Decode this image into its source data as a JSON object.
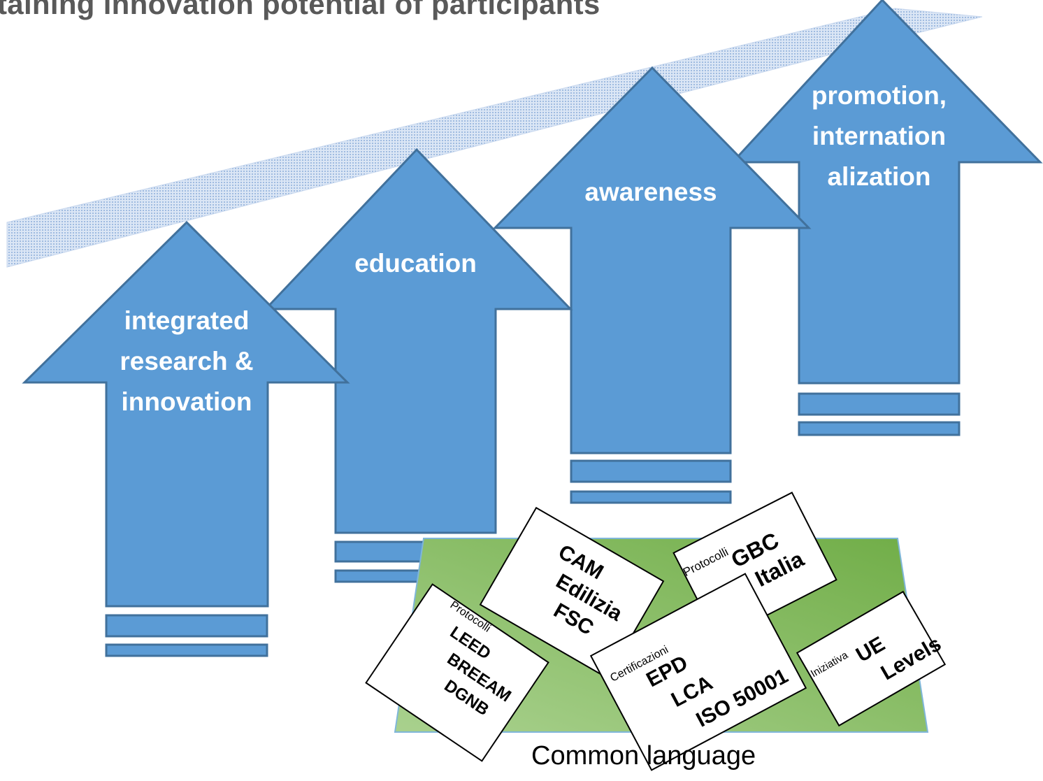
{
  "title": "taining innovation potential of participants",
  "caption": "Common language",
  "arrows": [
    {
      "lines": [
        "integrated",
        "research &",
        "innovation"
      ]
    },
    {
      "lines": [
        "education"
      ]
    },
    {
      "lines": [
        "awareness"
      ]
    },
    {
      "lines": [
        "promotion,",
        "internation",
        "alization"
      ]
    }
  ],
  "cards": [
    {
      "small": "",
      "lines": [
        "CAM",
        "Edilizia",
        "FSC"
      ]
    },
    {
      "small": "Protocolli",
      "lines": [
        "GBC",
        "Italia"
      ]
    },
    {
      "small": "Protocolli",
      "lines": [
        "LEED",
        "BREEAM",
        "DGNB"
      ]
    },
    {
      "small": "Certificazioni",
      "lines": [
        "EPD",
        "LCA",
        "ISO 50001"
      ]
    },
    {
      "small": "Iniziativa",
      "lines": [
        "UE",
        "Levels"
      ]
    }
  ],
  "colors": {
    "arrow_fill": "#5b9bd5",
    "arrow_stroke": "#41719c",
    "ribbon": "#c5d6ee",
    "mat_light": "#a9d18e",
    "mat_dark": "#70ad47",
    "title_text": "#595959"
  }
}
